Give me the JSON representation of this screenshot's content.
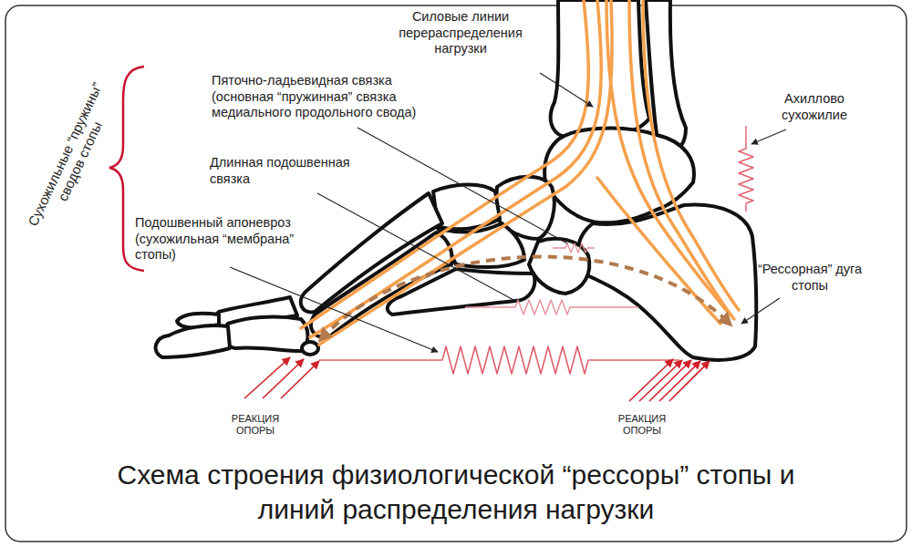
{
  "diagram": {
    "caption": "Схема строения физиологической “рессоры” стопы и линий распределения нагрузки",
    "labels": [
      "Силовые линии перераспределения нагрузки",
      "Сухожильные “пружины” сводов стопы",
      "Пяточно-ладьевидная связка (основная “пружинная” связка медиального продольного свода)",
      "Длинная подошвенная связка",
      "Подошвенный апоневроз (сухожильная “мембрана” стопы)",
      "Ахиллово сухожилие",
      "“Рессорная” дуга стопы",
      "РЕАКЦИЯ ОПОРЫ",
      "РЕАКЦИЯ ОПОРЫ"
    ]
  }
}
